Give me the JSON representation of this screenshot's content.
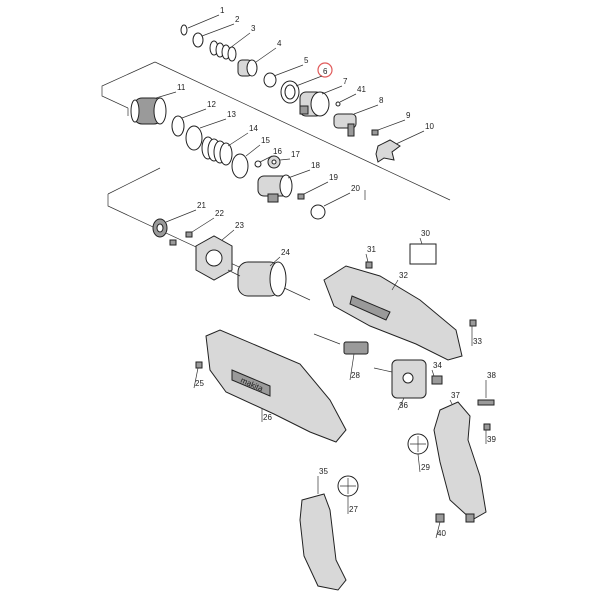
{
  "diagram": {
    "part_numbers": [
      "1",
      "2",
      "3",
      "4",
      "5",
      "6",
      "7",
      "41",
      "8",
      "9",
      "10",
      "11",
      "12",
      "13",
      "14",
      "15",
      "16",
      "17",
      "18",
      "19",
      "20",
      "21",
      "22",
      "23",
      "24",
      "25",
      "26",
      "27",
      "28",
      "29",
      "30",
      "31",
      "32",
      "33",
      "34",
      "35",
      "36",
      "37",
      "38",
      "39",
      "40"
    ],
    "highlighted_part": "6",
    "brand_text": "makita",
    "colors": {
      "line": "#222222",
      "highlight": "#e05a5a",
      "fill_dark": "#9a9a9a",
      "fill_light": "#d8d8d8"
    }
  }
}
